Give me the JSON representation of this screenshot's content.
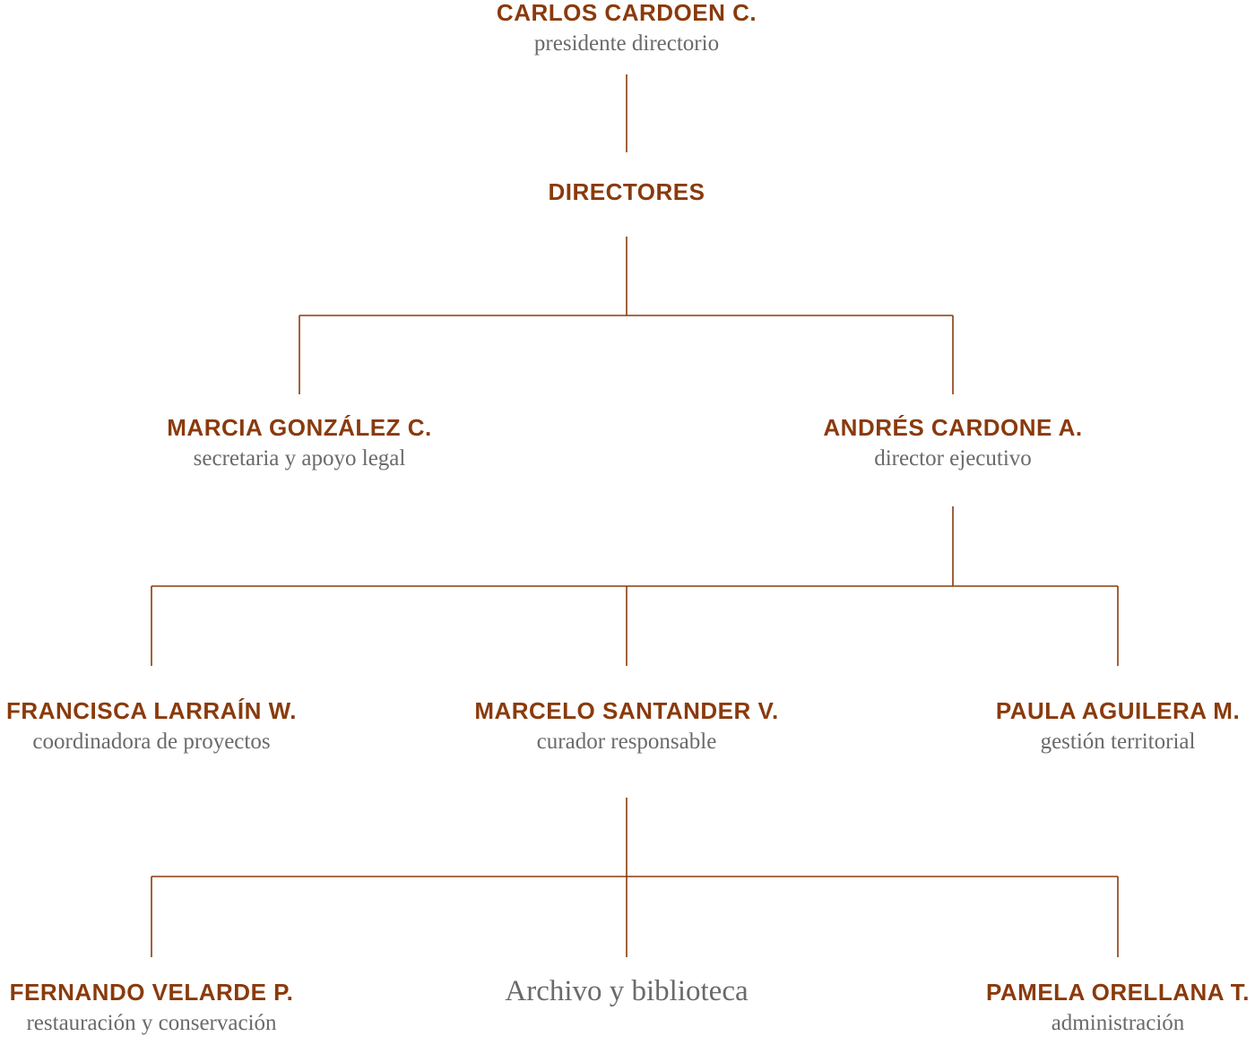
{
  "colors": {
    "name": "#8a3a0c",
    "role": "#6a6a6a",
    "line": "#8a3a0c"
  },
  "nodes": {
    "president": {
      "name": "CARLOS CARDOEN C.",
      "role": "presidente directorio"
    },
    "directors": {
      "name": "DIRECTORES"
    },
    "secretary": {
      "name": "MARCIA GONZÁLEZ C.",
      "role": "secretaria y apoyo legal"
    },
    "executive": {
      "name": "ANDRÉS CARDONE A.",
      "role": "director ejecutivo"
    },
    "coordinator": {
      "name": "FRANCISCA LARRAÍN W.",
      "role": "coordinadora de proyectos"
    },
    "curator": {
      "name": "MARCELO SANTANDER V.",
      "role": "curador responsable"
    },
    "territorial": {
      "name": "PAULA AGUILERA M.",
      "role": "gestión territorial"
    },
    "restoration": {
      "name": "FERNANDO VELARDE P.",
      "role": "restauración y conservación"
    },
    "archive": {
      "label": "Archivo y biblioteca"
    },
    "administration": {
      "name": "PAMELA ORELLANA T.",
      "role": "administración"
    }
  },
  "edges": [
    [
      "president",
      "directors"
    ],
    [
      "directors",
      "secretary"
    ],
    [
      "directors",
      "executive"
    ],
    [
      "executive",
      "coordinator"
    ],
    [
      "executive",
      "curator"
    ],
    [
      "executive",
      "territorial"
    ],
    [
      "curator",
      "restoration"
    ],
    [
      "curator",
      "archive"
    ],
    [
      "curator",
      "administration"
    ]
  ]
}
